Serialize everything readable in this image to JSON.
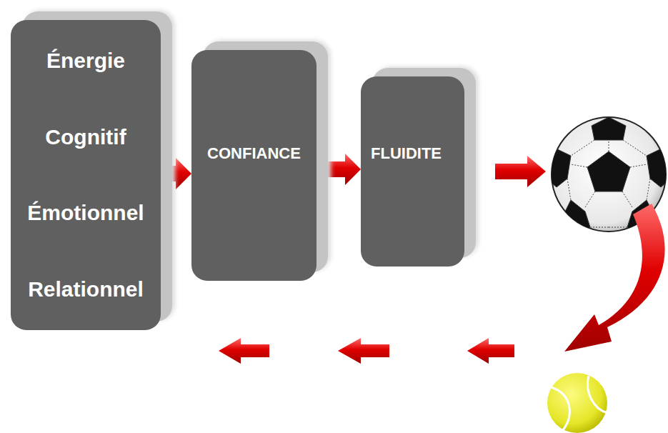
{
  "diagram": {
    "nodes": [
      {
        "text": [
          "Énergie",
          "Cognitif",
          "Émotionnel",
          "Relationnel"
        ]
      },
      {
        "text": [
          "CONFIANCE"
        ]
      },
      {
        "text": [
          "FLUIDITE"
        ]
      }
    ],
    "edges": [
      {
        "from": 0,
        "to": 1,
        "arrow": "to"
      },
      {
        "from": 1,
        "to": 2,
        "arrow": "to"
      }
    ]
  }
}
